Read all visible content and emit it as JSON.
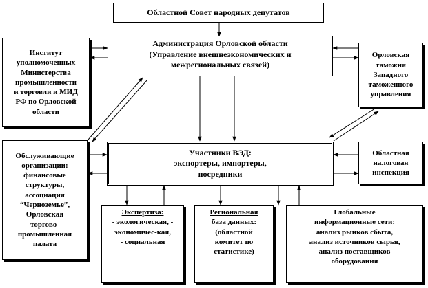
{
  "diagram": {
    "council": {
      "lines": [
        "Областной Совет народных депутатов"
      ]
    },
    "administration": {
      "lines": [
        "Администрация Орловской области",
        "(Управление внешнеэкономических и",
        "межрегиональных связей)"
      ]
    },
    "institute": {
      "lines": [
        "Институт",
        "уполномоченных",
        "Министерства",
        "промышленности",
        "и торговли и МИД",
        "РФ по Орловской",
        "области"
      ]
    },
    "customs": {
      "lines": [
        "Орловская",
        "таможня",
        "Западного",
        "таможенного",
        "управления"
      ]
    },
    "participants": {
      "lines": [
        "Участники ВЭД:",
        "экспортеры, импортеры,",
        "посредники"
      ]
    },
    "service_orgs": {
      "lines": [
        "Обслуживающие",
        "организации:",
        "финансовые",
        "структуры,",
        "ассоциация",
        "“Черноземье”,",
        "Орловская",
        "торгово-",
        "промышленная",
        "палата"
      ]
    },
    "tax": {
      "lines": [
        "Областная",
        "налоговая",
        "инспекция"
      ]
    },
    "expertise": {
      "title": "Экспертиза:",
      "lines": [
        "- экологическая, -",
        "экономичес-кая,",
        "- социальная"
      ]
    },
    "regional_db": {
      "title_lines": [
        "Региональная",
        "база данных:"
      ],
      "lines": [
        "(областной",
        "комитет по",
        "статистике)"
      ]
    },
    "global_net": {
      "title_lines": [
        "Глобальные",
        "информационные сети:"
      ],
      "lines": [
        "анализ рынков сбыта,",
        "анализ источников сырья,",
        "анализ поставщиков",
        "оборудования"
      ]
    }
  }
}
